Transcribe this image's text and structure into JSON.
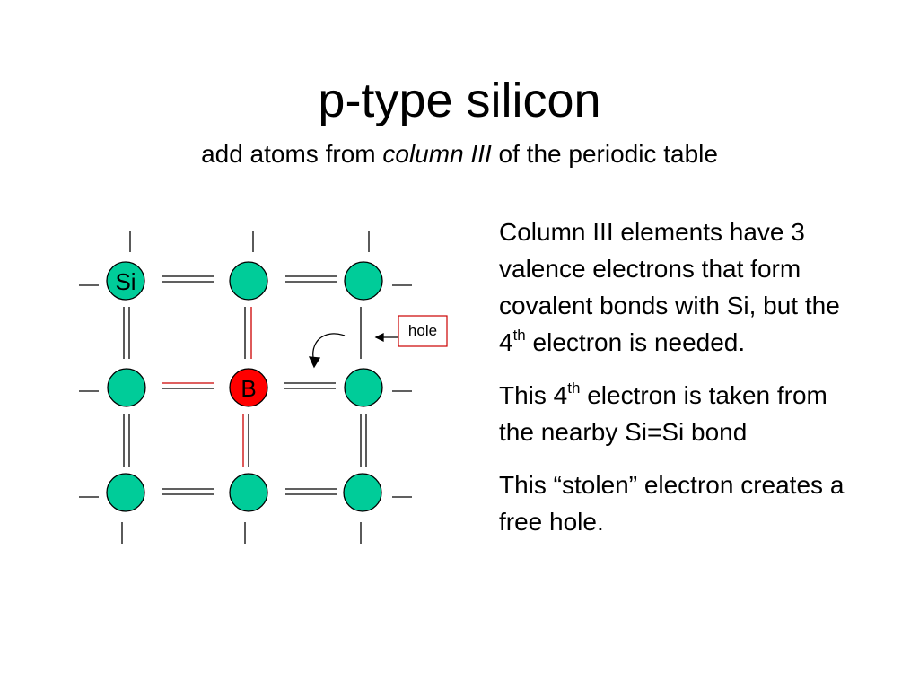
{
  "slide": {
    "title": "p-type silicon",
    "subtitle": {
      "prefix": "add atoms from ",
      "emphasis": "column III",
      "suffix": " of the periodic table"
    }
  },
  "diagram": {
    "si_label": "Si",
    "dopant_label": "B",
    "hole_label": "hole",
    "colors": {
      "si_atom": "#00cc99",
      "dopant_atom": "#ff0000",
      "bond": "#000000",
      "dopant_bond": "#cc0000",
      "hole_box_border": "#cc0000"
    }
  },
  "text": {
    "para1": {
      "part1": "Column III elements have 3 valence electrons that form covalent bonds with Si, but the 4",
      "sup": "th",
      "part2": " electron is needed."
    },
    "para2": {
      "part1": "This 4",
      "sup": "th",
      "part2": " electron is taken from the nearby Si=Si bond"
    },
    "para3": "This “stolen” electron creates a free hole."
  }
}
